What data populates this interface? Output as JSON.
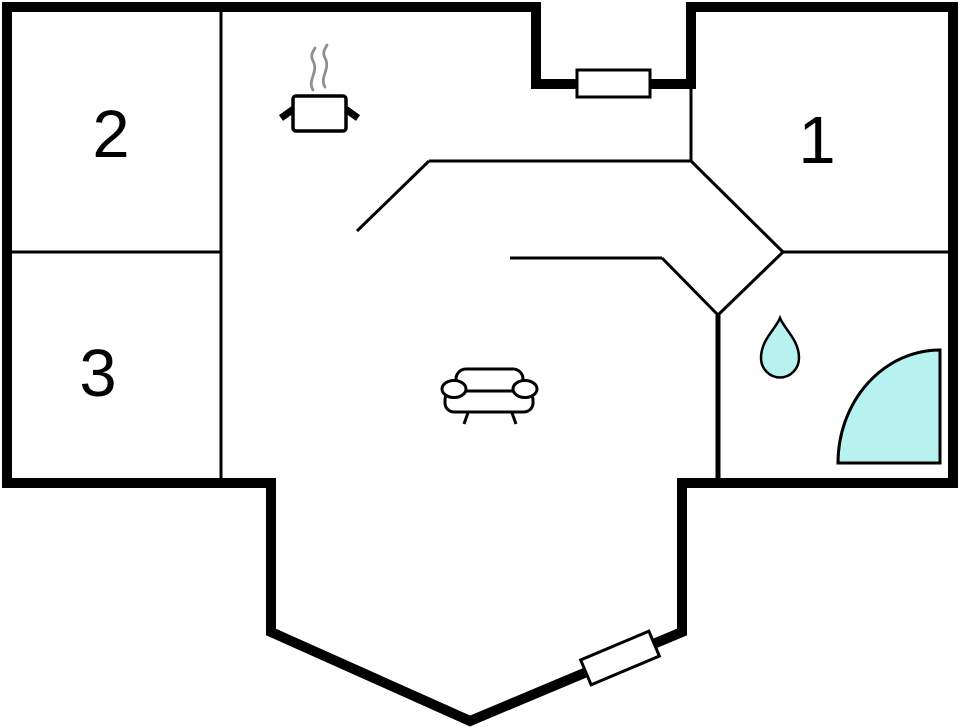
{
  "plan": {
    "title": "floor-plan",
    "rooms": [
      {
        "label": "1"
      },
      {
        "label": "2"
      },
      {
        "label": "3"
      }
    ],
    "features": {
      "stove": "cooking-pot-with-steam",
      "sofa": "sofa",
      "water_drop": "water-drop",
      "shower": "corner-shower",
      "window_top": "window",
      "entrance_door": "door"
    }
  },
  "colors": {
    "wall": "#000000",
    "floor": "#ffffff",
    "water": "#b7f1f0",
    "steam": "#8f8f8f"
  }
}
